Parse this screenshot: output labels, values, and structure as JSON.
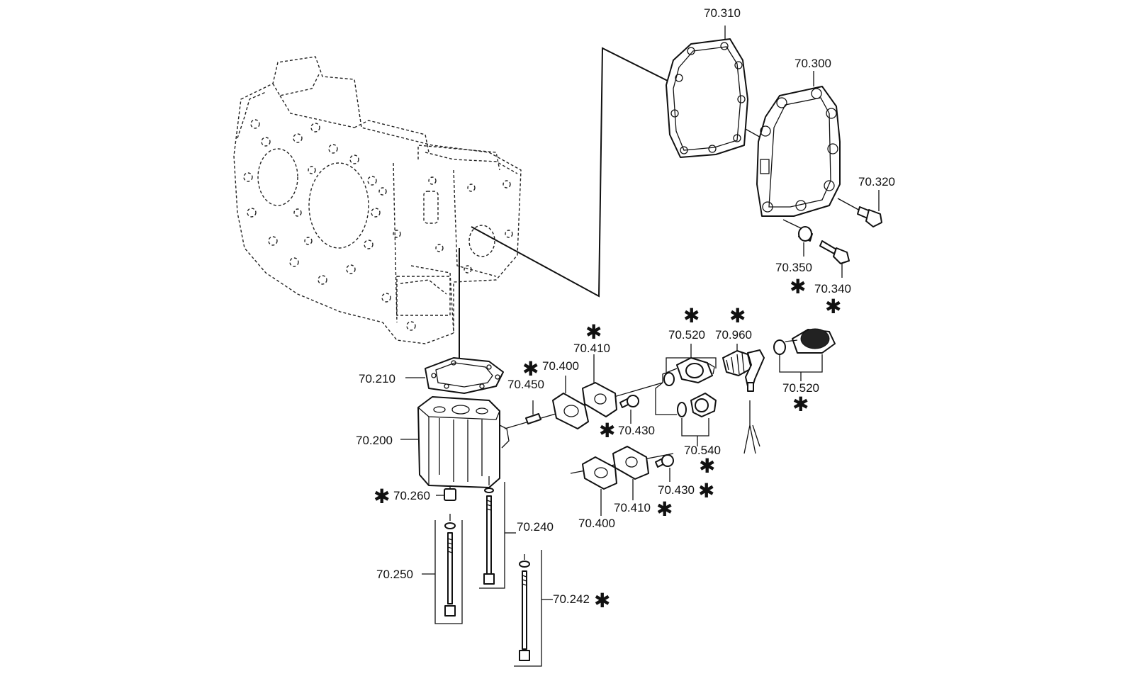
{
  "labels": {
    "p70_310": "70.310",
    "p70_300": "70.300",
    "p70_320": "70.320",
    "p70_350": "70.350",
    "p70_340": "70.340",
    "p70_520a": "70.520",
    "p70_960": "70.960",
    "p70_520b": "70.520",
    "p70_410a": "70.410",
    "p70_400a": "70.400",
    "p70_450": "70.450",
    "p70_430a": "70.430",
    "p70_540": "70.540",
    "p70_430b": "70.430",
    "p70_410b": "70.410",
    "p70_400b": "70.400",
    "p70_210": "70.210",
    "p70_200": "70.200",
    "p70_260": "70.260",
    "p70_240": "70.240",
    "p70_250": "70.250",
    "p70_242": "70.242"
  },
  "star_symbol": "✱"
}
